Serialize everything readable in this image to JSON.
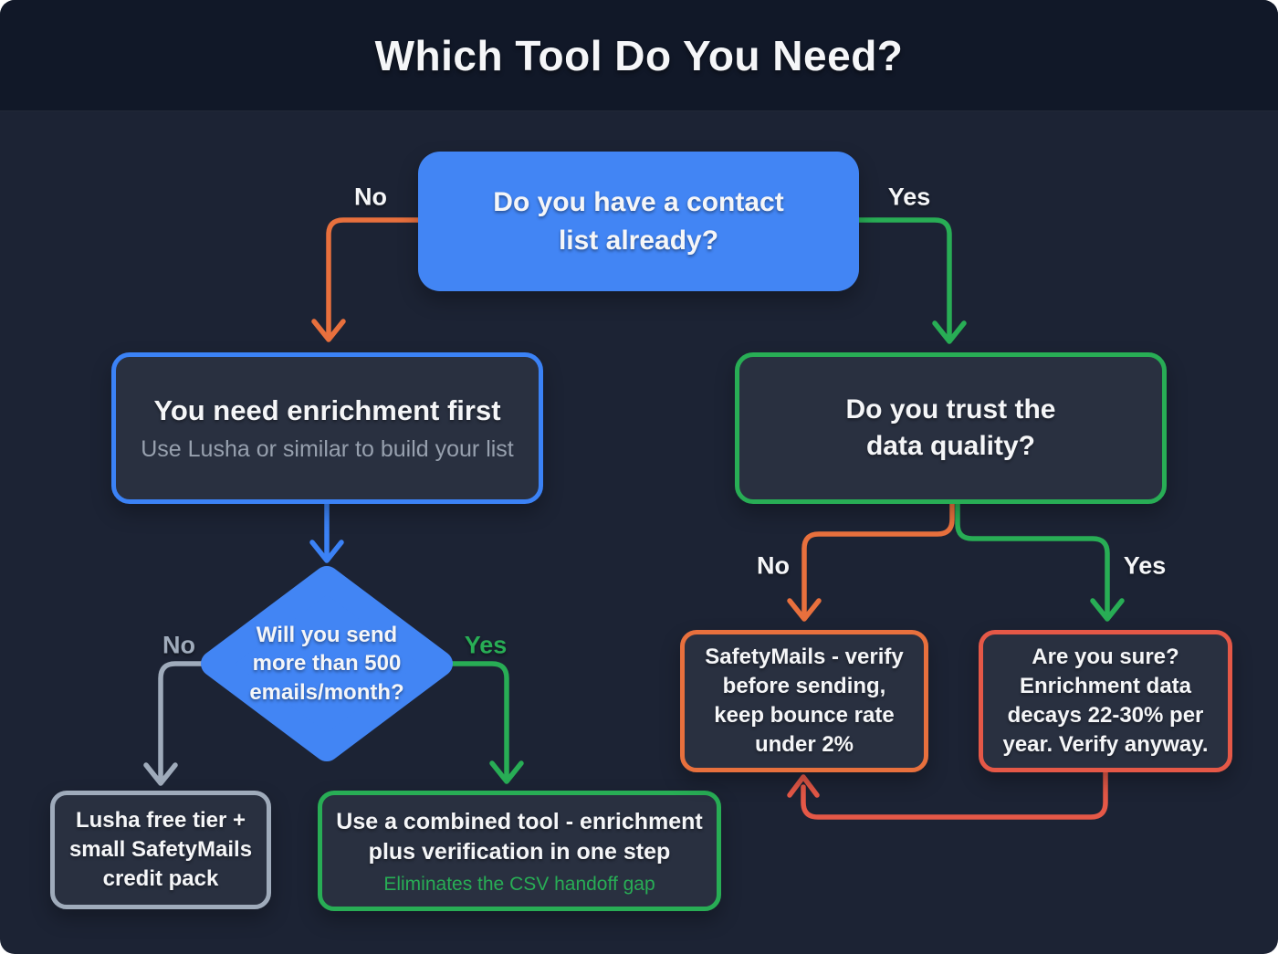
{
  "header": {
    "title": "Which Tool Do You Need?"
  },
  "nodes": {
    "start": {
      "text": "Do you have a contact\nlist already?"
    },
    "enrichment": {
      "title": "You need enrichment first",
      "subtitle": "Use Lusha or similar to build your list"
    },
    "trust": {
      "text": "Do you trust the\ndata quality?"
    },
    "volume": {
      "text": "Will you send\nmore than 500\nemails/month?"
    },
    "lusha": {
      "text": "Lusha free tier +\nsmall SafetyMails\ncredit pack"
    },
    "combined": {
      "title": "Use a combined tool - enrichment\nplus verification in one step",
      "subtitle": "Eliminates the CSV handoff gap"
    },
    "safetymails": {
      "text": "SafetyMails - verify\nbefore sending,\nkeep bounce rate\nunder 2%"
    },
    "sure": {
      "text": "Are you sure?\nEnrichment data\ndecays 22-30% per\nyear. Verify anyway."
    }
  },
  "labels": {
    "start_no": "No",
    "start_yes": "Yes",
    "volume_no": "No",
    "volume_yes": "Yes",
    "trust_no": "No",
    "trust_yes": "Yes"
  },
  "colors": {
    "bg": "#1c2334",
    "bg-header": "#111828",
    "card": "#293040",
    "blue": "#4285f4",
    "blue-border": "#3b82f6",
    "green": "#28ad55",
    "orange": "#e8703d",
    "red": "#e55847",
    "gray": "#9fabbb",
    "text": "#f5f6f8",
    "muted": "#97a0ae"
  }
}
